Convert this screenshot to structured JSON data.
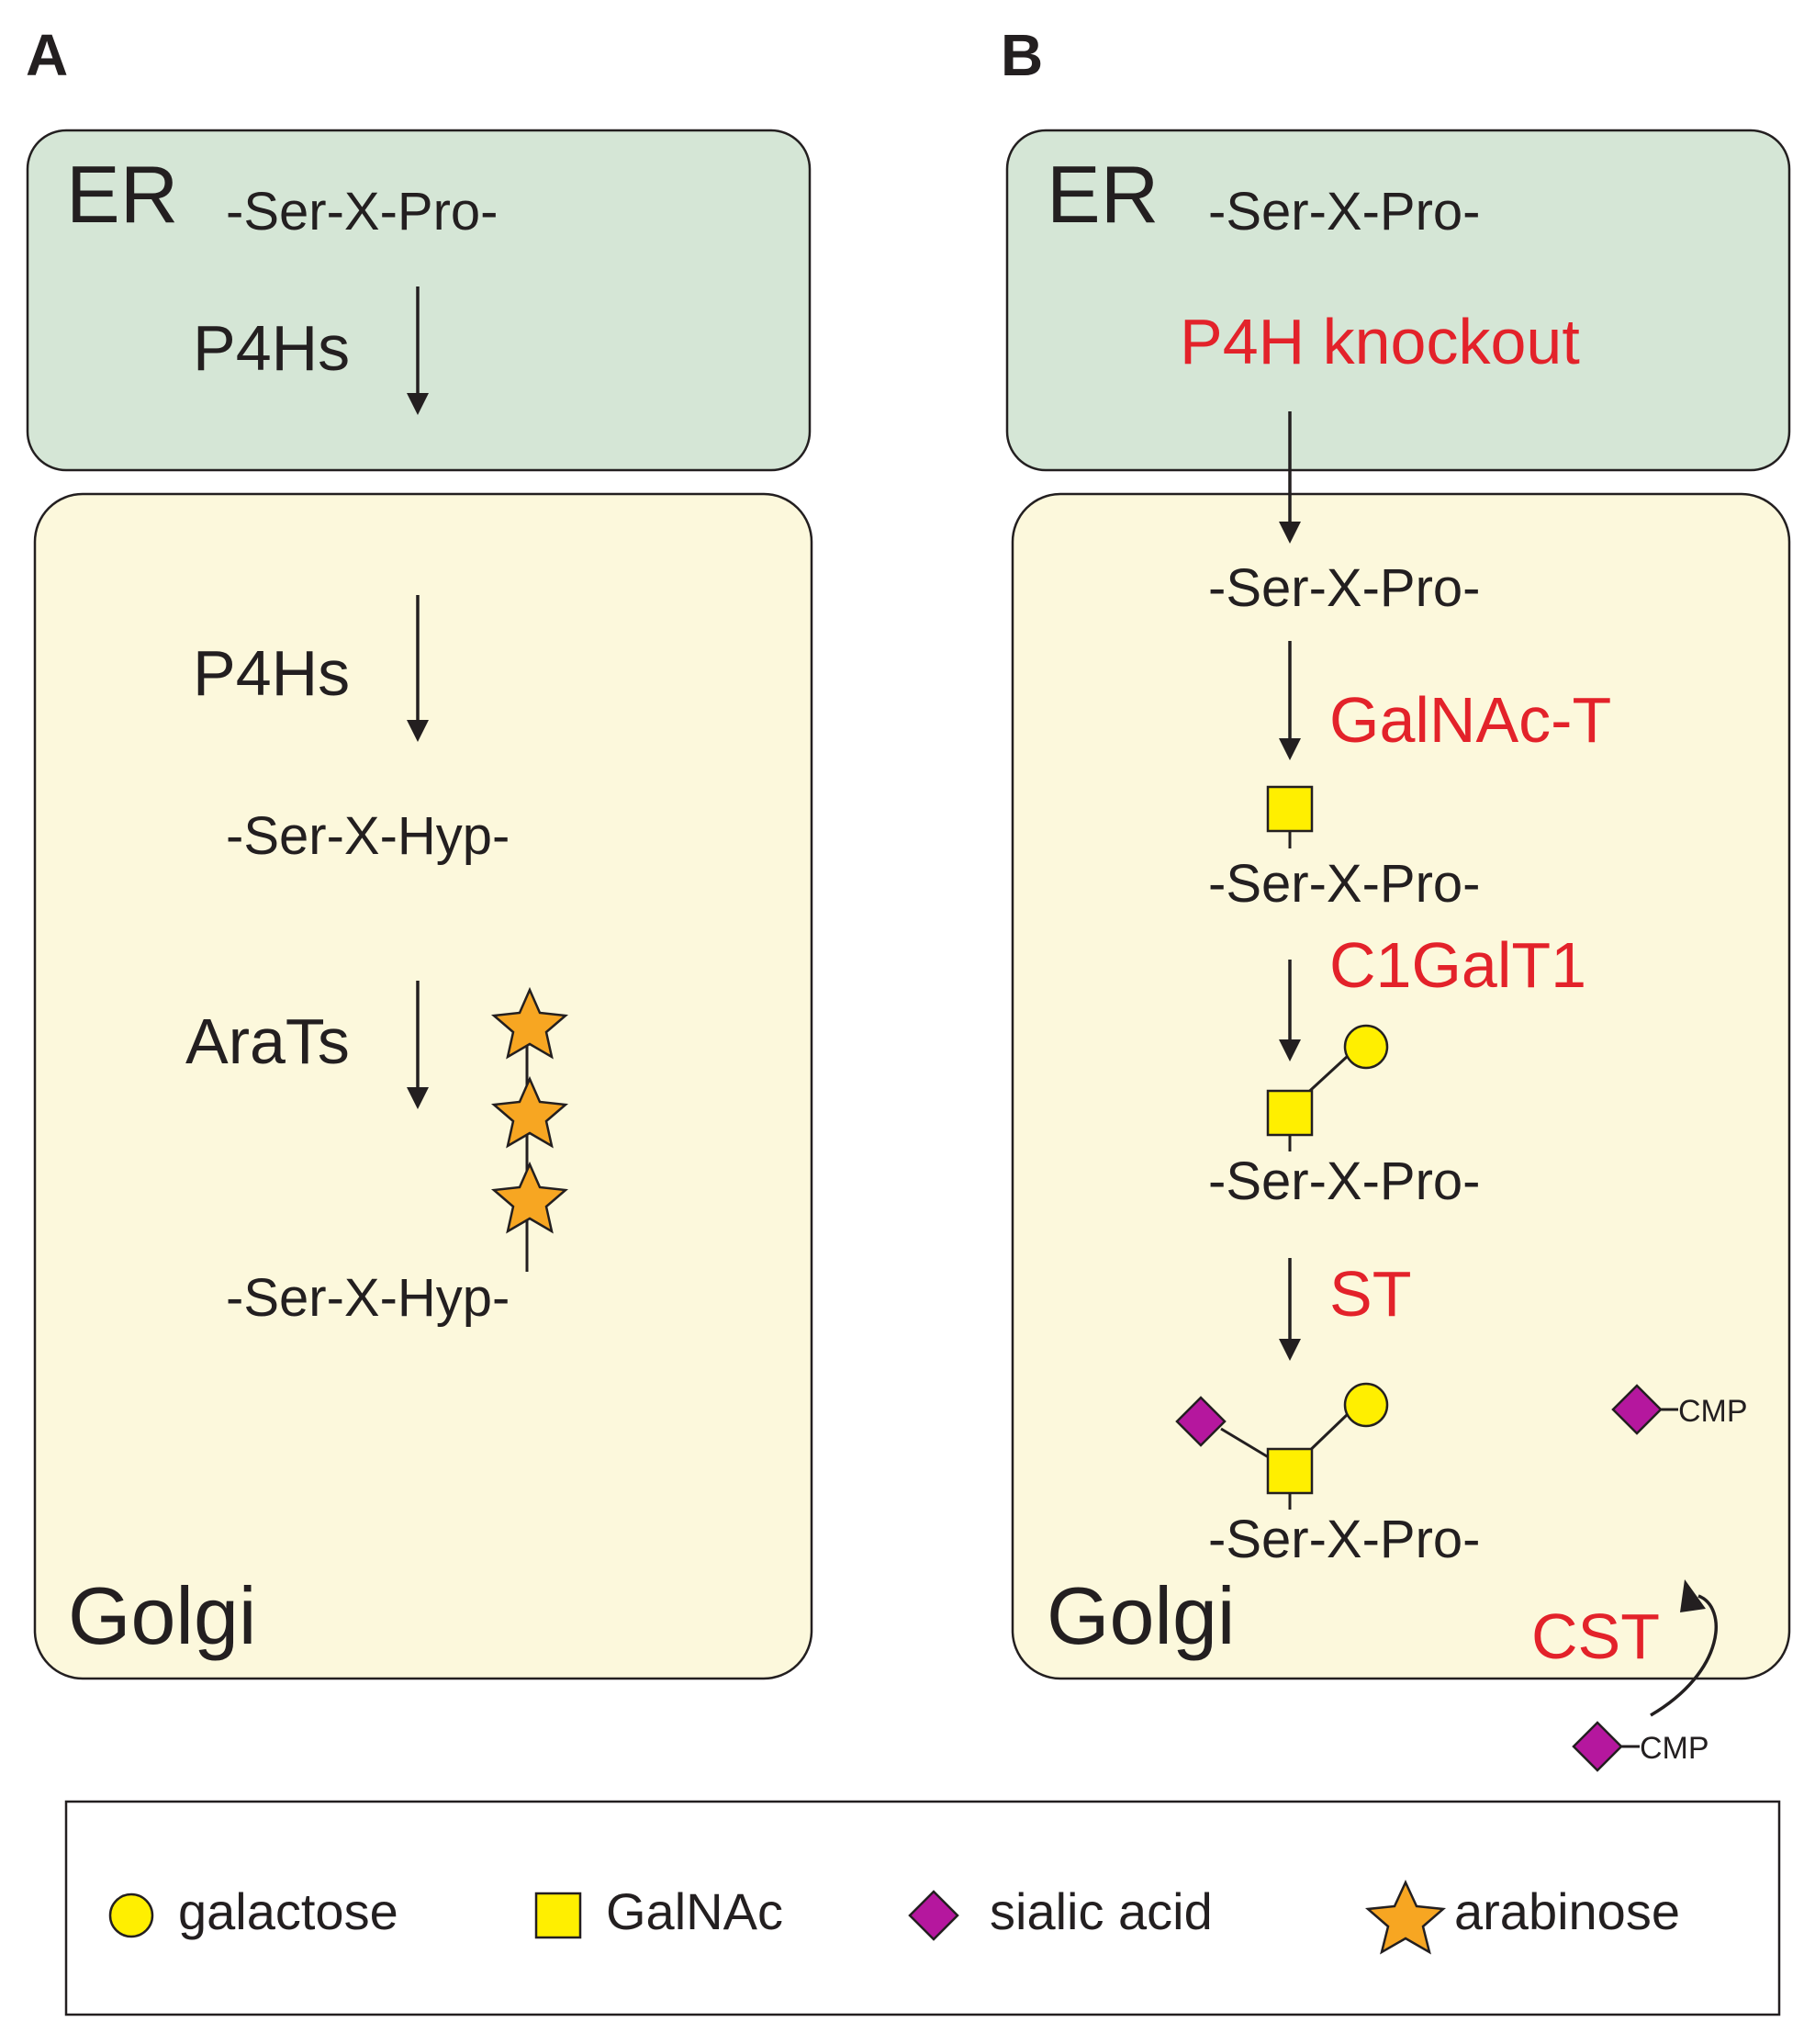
{
  "panels": {
    "a": {
      "letter": "A",
      "er_label": "ER",
      "er_seq": "-Ser-X-Pro-",
      "er_enzyme": "P4Hs",
      "golgi_enzyme_1": "P4Hs",
      "golgi_seq_1": "-Ser-X-Hyp-",
      "golgi_enzyme_2": "AraTs",
      "golgi_seq_2": "-Ser-X-Hyp-",
      "golgi_label": "Golgi"
    },
    "b": {
      "letter": "B",
      "er_label": "ER",
      "er_seq": "-Ser-X-Pro-",
      "knockout": "P4H knockout",
      "seq_1": "-Ser-X-Pro-",
      "enzyme_1": "GalNAc-T",
      "seq_2": "-Ser-X-Pro-",
      "enzyme_2": "C1GalT1",
      "seq_3": "-Ser-X-Pro-",
      "enzyme_3": "ST",
      "seq_4": "-Ser-X-Pro-",
      "cmp_inside": "CMP",
      "golgi_label": "Golgi",
      "transporter": "CST",
      "cmp_outside": "CMP"
    }
  },
  "legend": {
    "galactose": "galactose",
    "galnac": "GalNAc",
    "sialic_acid": "sialic acid",
    "arabinose": "arabinose"
  },
  "colors": {
    "er_fill": "#d5e6d6",
    "golgi_fill": "#fcf8dc",
    "galactose": "#ffef00",
    "galnac": "#ffef00",
    "sialic_acid": "#b5179e",
    "arabinose": "#f7a622",
    "highlight_red": "#e3222a"
  }
}
